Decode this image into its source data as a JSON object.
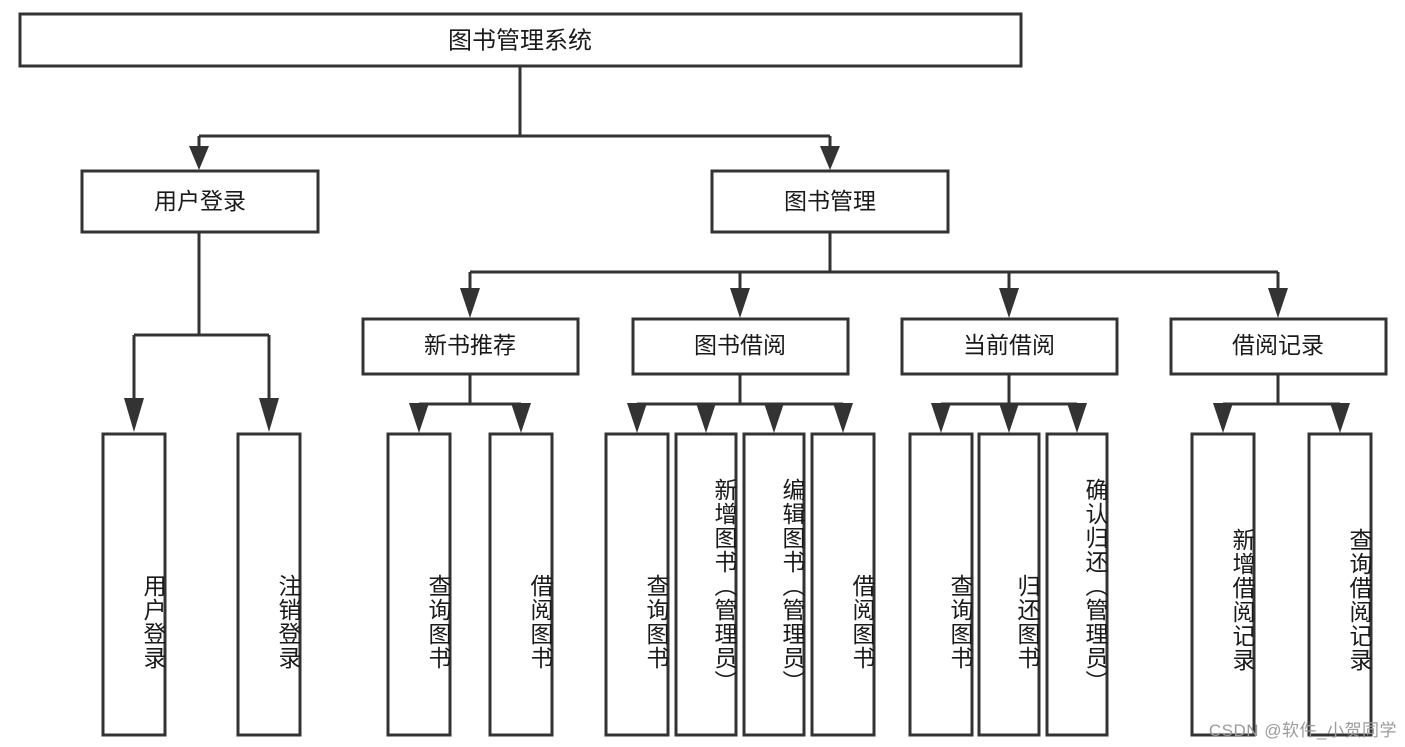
{
  "diagram": {
    "title": "图书管理系统",
    "type": "tree-hierarchy-diagram",
    "orientation": "top-down",
    "colors": {
      "box_border": "#333333",
      "box_fill": "#ffffff",
      "connector": "#333333",
      "text": "#1a1a1a",
      "background": "#ffffff",
      "watermark": "#9b9b9b"
    },
    "root": {
      "label": "图书管理系统"
    },
    "level2": [
      {
        "id": "user-login",
        "label": "用户登录"
      },
      {
        "id": "book-manage",
        "label": "图书管理"
      }
    ],
    "level3": [
      {
        "id": "new-book-recommend",
        "label": "新书推荐",
        "parent": "book-manage"
      },
      {
        "id": "book-borrow",
        "label": "图书借阅",
        "parent": "book-manage"
      },
      {
        "id": "current-borrow",
        "label": "当前借阅",
        "parent": "book-manage"
      },
      {
        "id": "borrow-record",
        "label": "借阅记录",
        "parent": "book-manage"
      }
    ],
    "leaves": [
      {
        "id": "leaf-user-login",
        "label": "用户登录",
        "parent": "user-login"
      },
      {
        "id": "leaf-user-logout",
        "label": "注销登录",
        "parent": "user-login"
      },
      {
        "id": "leaf-query-book-1",
        "label": "查询图书",
        "parent": "new-book-recommend"
      },
      {
        "id": "leaf-borrow-book-1",
        "label": "借阅图书",
        "parent": "new-book-recommend"
      },
      {
        "id": "leaf-query-book-2",
        "label": "查询图书",
        "parent": "book-borrow"
      },
      {
        "id": "leaf-add-book",
        "label": "新增图书（管理员）",
        "parent": "book-borrow"
      },
      {
        "id": "leaf-edit-book",
        "label": "编辑图书（管理员）",
        "parent": "book-borrow"
      },
      {
        "id": "leaf-borrow-book-2",
        "label": "借阅图书",
        "parent": "book-borrow"
      },
      {
        "id": "leaf-query-book-3",
        "label": "查询图书",
        "parent": "current-borrow"
      },
      {
        "id": "leaf-return-book",
        "label": "归还图书",
        "parent": "current-borrow"
      },
      {
        "id": "leaf-confirm-return",
        "label": "确认归还（管理员）",
        "parent": "current-borrow"
      },
      {
        "id": "leaf-add-record",
        "label": "新增借阅记录",
        "parent": "borrow-record"
      },
      {
        "id": "leaf-query-record",
        "label": "查询借阅记录",
        "parent": "borrow-record"
      }
    ],
    "watermark": "CSDN @软件_小贺同学"
  }
}
